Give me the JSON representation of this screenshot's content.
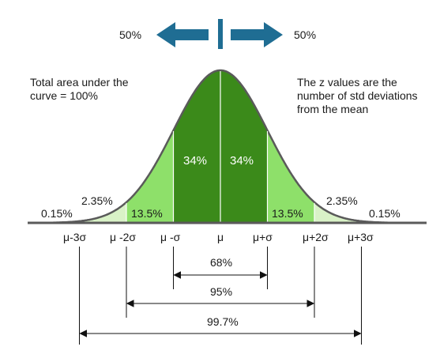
{
  "header": {
    "left_percent": "50%",
    "right_percent": "50%"
  },
  "notes": {
    "left": "Total area under the\ncurve = 100%",
    "right": "The z values are the\nnumber of std deviations\nfrom the mean"
  },
  "regions": {
    "outer_left": "0.15%",
    "tail_left": "2.35%",
    "band_left": "13.5%",
    "center_left": "34%",
    "center_right": "34%",
    "band_right": "13.5%",
    "tail_right": "2.35%",
    "outer_right": "0.15%"
  },
  "axis_ticks": [
    "μ-3σ",
    "μ -2σ",
    "μ -σ",
    "μ",
    "μ+σ",
    "μ+2σ",
    "μ+3σ"
  ],
  "ranges": {
    "one_sigma": "68%",
    "two_sigma": "95%",
    "three_sigma": "99.7%"
  },
  "colors": {
    "arrow": "#1f6d93",
    "dark_green": "#3b8a1a",
    "light_green": "#8ee06a",
    "pale_green": "#d9f2c7",
    "curve": "#5a5a5a",
    "baseline": "#5a5a5a"
  }
}
